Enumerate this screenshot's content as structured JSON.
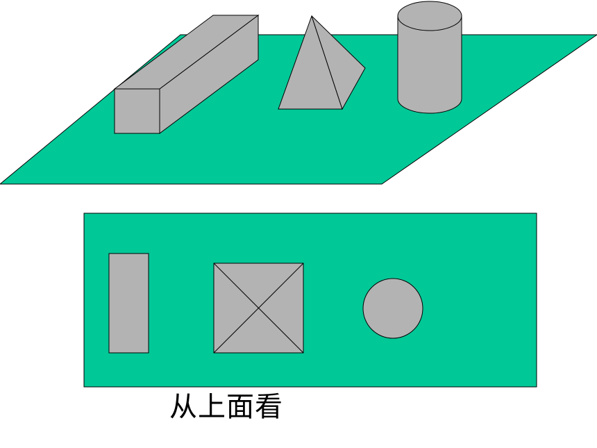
{
  "caption": "从上面看",
  "colors": {
    "ground": "#00c897",
    "solid": "#b3b3b3",
    "outline": "#000000",
    "background": "#ffffff"
  },
  "shapes": {
    "perspective_view": [
      "ground-plane",
      "rectangular-prism",
      "pyramid",
      "cylinder"
    ],
    "top_view": [
      "top-view-rectangle",
      "top-view-square-with-diagonals",
      "top-view-circle"
    ]
  }
}
